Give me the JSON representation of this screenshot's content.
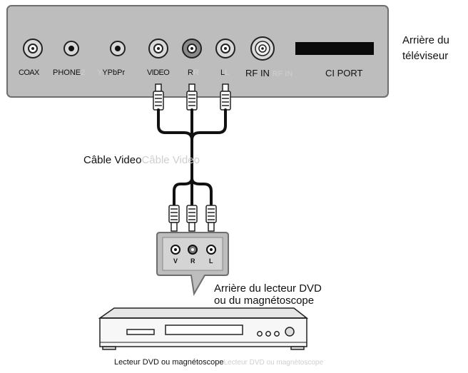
{
  "tv": {
    "label_line1": "Arrière du",
    "label_line2": "téléviseur",
    "ports": {
      "coax": "COAX",
      "phone": "PHONE",
      "phone_ghost": "2",
      "ypbpr": "YPbPr",
      "ypbpr_ghost": "Y",
      "video": "VIDEO",
      "rr": "R",
      "rr_ghost": "R",
      "ll": "L",
      "ll_ghost": "L",
      "rfin": "RF IN",
      "rfin_ghost": "RF IN",
      "ciport": "CI PORT"
    }
  },
  "cable": {
    "label": "Câble Video",
    "label_ghost": "Câble Video"
  },
  "dvd": {
    "back_line1": "Arrière du lecteur DVD",
    "back_line2": "ou du magnétoscope",
    "jacks": [
      "V",
      "R",
      "L"
    ],
    "device_label": "Lecteur DVD ou magnétoscope",
    "device_label_ghost": "Lecteur DVD ou magnétoscope"
  },
  "colors": {
    "panel_fill": "#bdbdbd",
    "panel_stroke": "#6e6e6e",
    "cable": "#111111",
    "ghost_text": "#cfcfcf"
  }
}
